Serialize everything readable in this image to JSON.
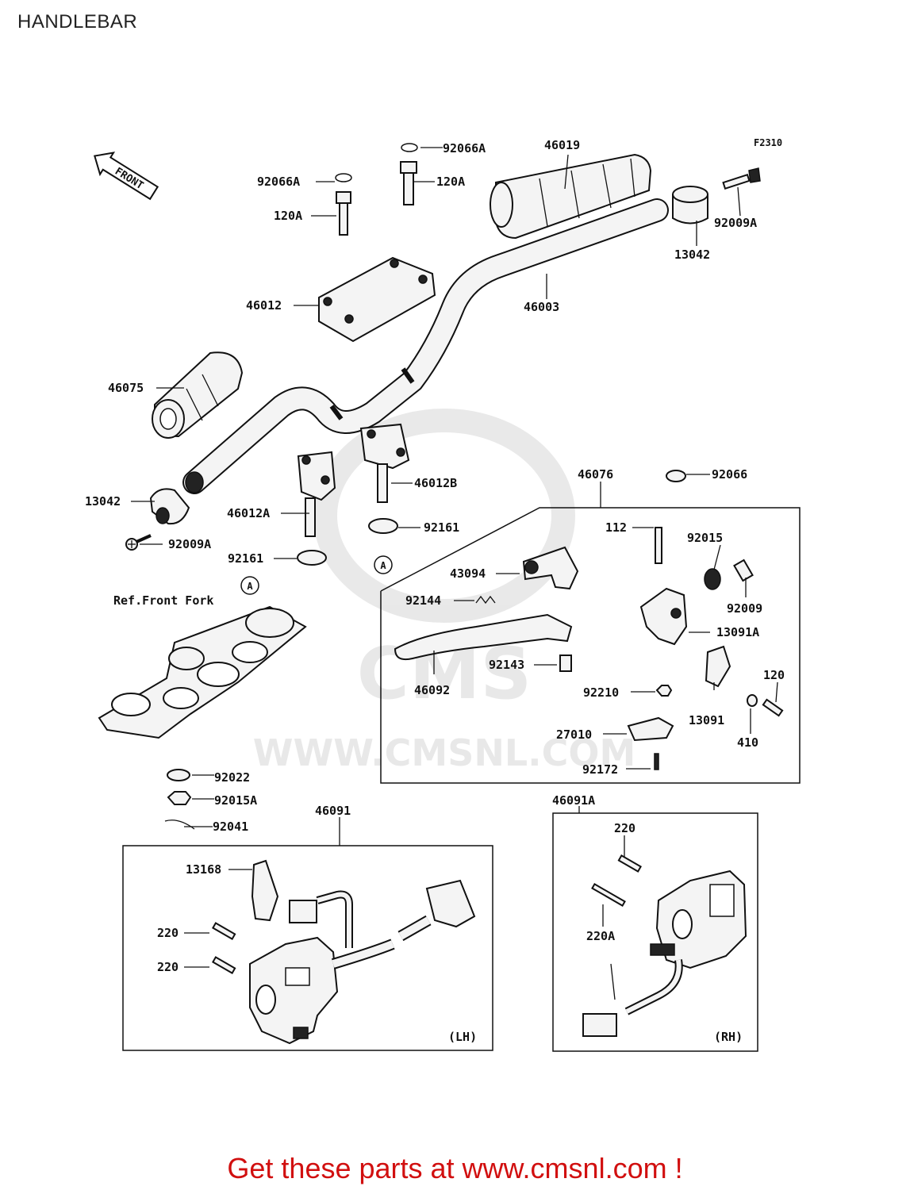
{
  "page": {
    "title": "HANDLEBAR"
  },
  "figure": {
    "code": "F2310",
    "front_marker": "FRONT",
    "watermark_url": "WWW.CMSNL.COM",
    "watermark_logo": "CMS",
    "ref_note": "Ref.Front Fork",
    "callouts": [
      "A"
    ],
    "side_labels": {
      "lh": "(LH)",
      "rh": "(RH)"
    }
  },
  "part_labels": [
    "92066A",
    "46019",
    "92066A",
    "120A",
    "120A",
    "92009A",
    "13042",
    "46012",
    "46003",
    "46075",
    "46012B",
    "13042",
    "46012A",
    "46076",
    "92066",
    "92161",
    "92009A",
    "112",
    "92015",
    "92161",
    "43094",
    "92144",
    "92009",
    "13091A",
    "92143",
    "92210",
    "46092",
    "120",
    "13091",
    "27010",
    "410",
    "92172",
    "92022",
    "92015A",
    "46091",
    "46091A",
    "92041",
    "220",
    "13168",
    "220",
    "220A",
    "220"
  ],
  "footer": {
    "prefix": "Get these parts at ",
    "link_text": "www.cmsnl.com",
    "suffix": " !"
  }
}
